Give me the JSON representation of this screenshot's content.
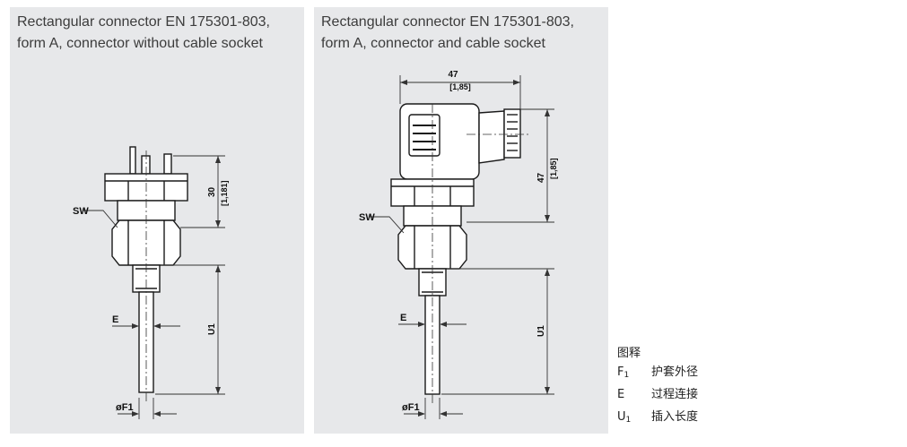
{
  "panels": [
    {
      "title_line1": "Rectangular connector EN 175301-803,",
      "title_line2": "form A, connector without cable socket",
      "labels": {
        "sw": "SW",
        "height_mm": "30",
        "height_in": "[1,181]",
        "e": "E",
        "u1": "U1",
        "f1": "øF1"
      }
    },
    {
      "title_line1": "Rectangular connector EN 175301-803,",
      "title_line2": "form A, connector and cable socket",
      "labels": {
        "width_mm": "47",
        "width_in": "[1,85]",
        "height_mm": "47",
        "height_in": "[1,85]",
        "sw": "SW",
        "e": "E",
        "u1": "U1",
        "f1": "øF1"
      }
    }
  ],
  "legend": {
    "heading": "图释",
    "items": [
      {
        "symbol": "F",
        "sub": "1",
        "text": "护套外径"
      },
      {
        "symbol": "E",
        "sub": "",
        "text": "过程连接"
      },
      {
        "symbol": "U",
        "sub": "1",
        "text": "插入长度"
      }
    ]
  }
}
